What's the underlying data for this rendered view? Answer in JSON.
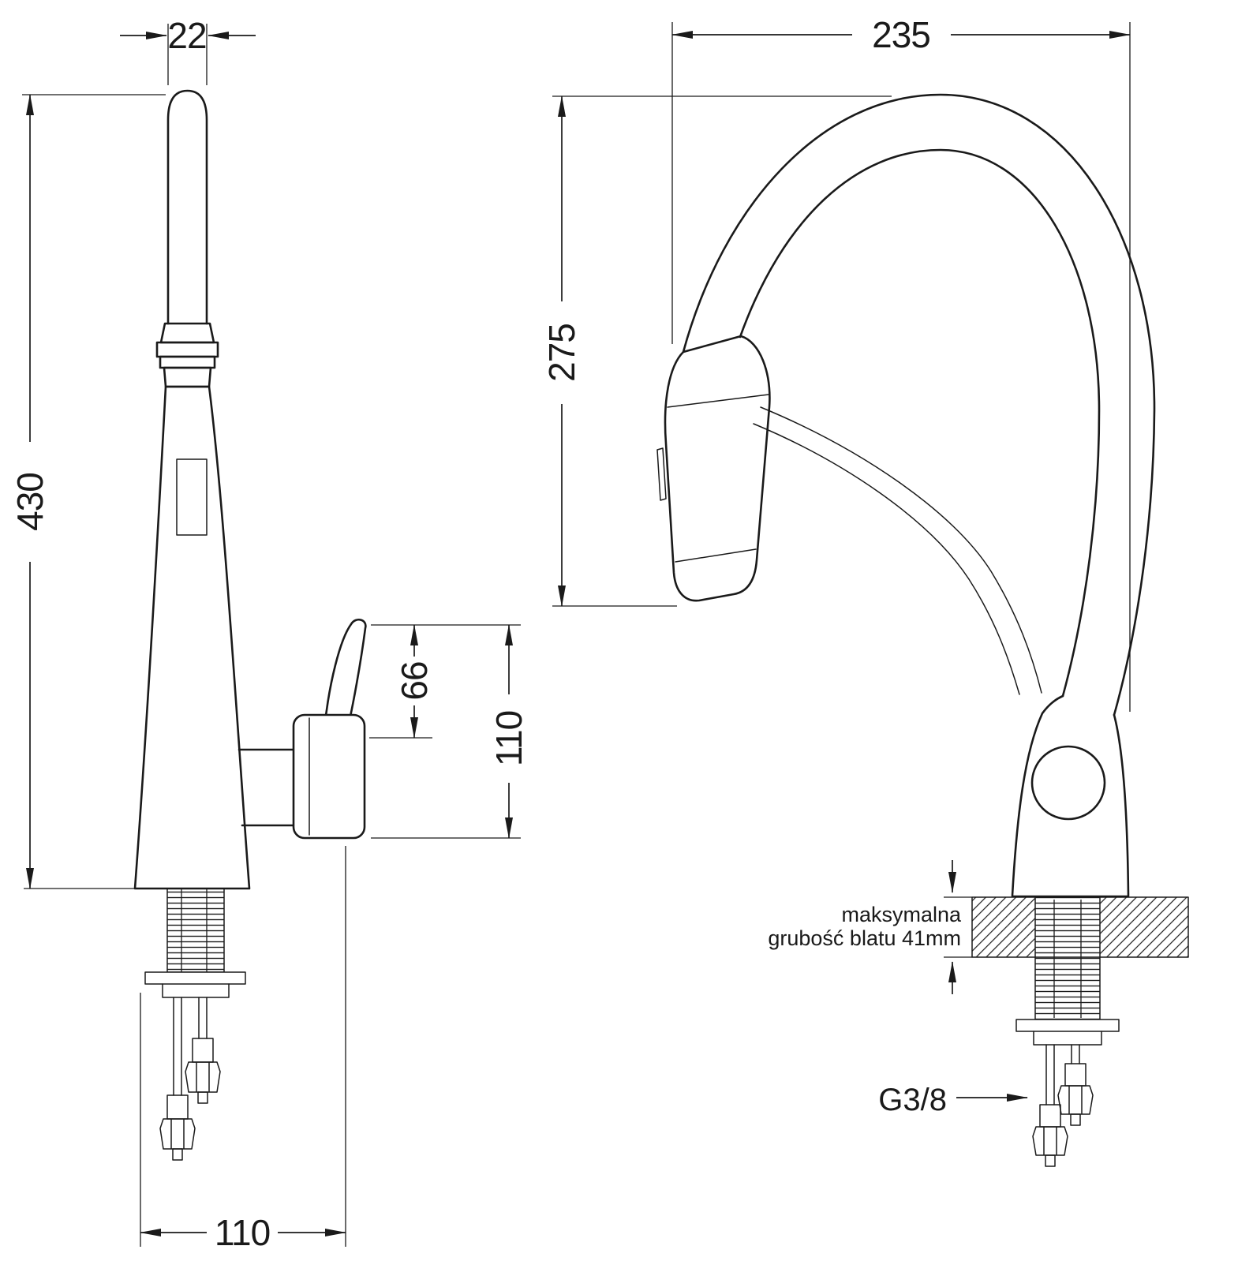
{
  "views": {
    "side": {
      "spout_width": "22",
      "total_height": "430",
      "lever_height": "66",
      "handle_height": "110",
      "base_width": "110"
    },
    "front": {
      "reach": "235",
      "spout_height": "275",
      "counter_note_line1": "maksymalna",
      "counter_note_line2": "grubość blatu 41mm",
      "thread": "G3/8"
    }
  },
  "colors": {
    "line": "#1a1a1a",
    "background": "#ffffff"
  }
}
